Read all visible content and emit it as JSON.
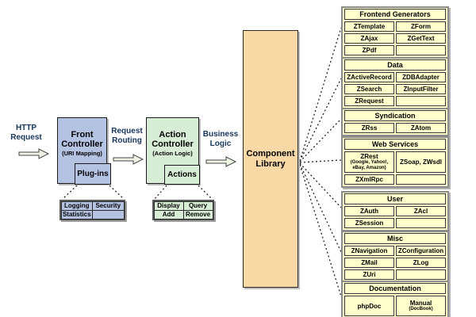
{
  "diagram_title": "Zend framework request flow and component library",
  "colors": {
    "front_controller_fill": "#b5c3e3",
    "action_controller_fill": "#d7edd5",
    "component_library_fill": "#f8d9a6",
    "group_fill": "#ffffcc",
    "flow_label_color": "#17365d",
    "arrow_fill": "#eef3e3"
  },
  "flow": {
    "http_request_label": "HTTP\nRequest",
    "request_routing_label": "Request\nRouting",
    "business_logic_label": "Business\nLogic",
    "front_controller": {
      "title": "Front\nController",
      "subtitle": "(URI Mapping)",
      "plugins_label": "Plug-ins",
      "table": [
        [
          "Logging",
          "Security"
        ],
        [
          "Statistics",
          ""
        ]
      ]
    },
    "action_controller": {
      "title": "Action\nController",
      "subtitle": "(Action Logic)",
      "actions_label": "Actions",
      "table": [
        [
          "Display",
          "Query"
        ],
        [
          "Add",
          "Remove"
        ]
      ]
    },
    "component_library_label": "Component\nLibrary"
  },
  "groups": [
    {
      "title": "Frontend Generators",
      "rows": [
        [
          "ZTemplate",
          "ZForm"
        ],
        [
          "ZAjax",
          "ZGetText"
        ],
        [
          "ZPdf",
          ""
        ]
      ]
    },
    {
      "title": "Data",
      "rows": [
        [
          "ZActiveRecord",
          "ZDBAdapter"
        ],
        [
          "ZSearch",
          "ZInputFilter"
        ],
        [
          "ZRequest",
          ""
        ]
      ]
    },
    {
      "title": "Syndication",
      "rows": [
        [
          "ZRss",
          "ZAtom"
        ]
      ]
    },
    {
      "title": "Web Services",
      "rows": [
        [
          "ZRest",
          "ZSoap, ZWsdl"
        ],
        [
          "ZXmlRpc",
          ""
        ]
      ],
      "note": "(Google, Yahoo!,\neBay, Amazon)"
    },
    {
      "title": "User",
      "rows": [
        [
          "ZAuth",
          "ZAcl"
        ],
        [
          "ZSession",
          ""
        ]
      ]
    },
    {
      "title": "Misc",
      "rows": [
        [
          "ZNavigation",
          "ZConfiguration"
        ],
        [
          "ZMail",
          "ZLog"
        ],
        [
          "ZUri",
          ""
        ]
      ]
    },
    {
      "title": "Documentation",
      "rows": [
        [
          "phpDoc",
          "Manual"
        ]
      ],
      "note": "(DocBook)"
    }
  ]
}
